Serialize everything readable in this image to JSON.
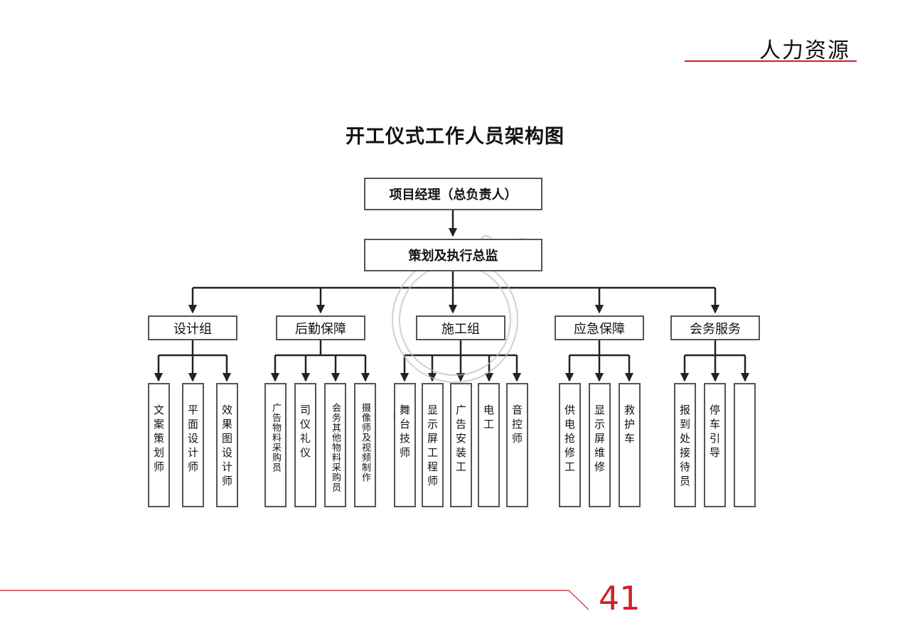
{
  "header": {
    "section_title": "人力资源"
  },
  "diagram": {
    "title": "开工仪式工作人员架构图",
    "root": "项目经理（总负责人）",
    "director": "策划及执行总监",
    "groups": [
      {
        "name": "设计组",
        "members": [
          "文案策划师",
          "平面设计师",
          "效果图设计师"
        ]
      },
      {
        "name": "后勤保障",
        "members": [
          "广告物料采购员",
          "司仪礼仪",
          "会务其他物料采购员",
          "摄像师及视频制作"
        ]
      },
      {
        "name": "施工组",
        "members": [
          "舞台技师",
          "显示屏工程师",
          "广告安装工",
          "电工",
          "音控师"
        ]
      },
      {
        "name": "应急保障",
        "members": [
          "供电抢修工",
          "显示屏维修",
          "救护车"
        ]
      },
      {
        "name": "会务服务",
        "members": [
          "报到处接待员",
          "停车引导",
          ""
        ]
      }
    ]
  },
  "footer": {
    "page_number": "41"
  },
  "colors": {
    "accent": "#cf2027",
    "line": "#222222",
    "box_border": "#555555"
  }
}
